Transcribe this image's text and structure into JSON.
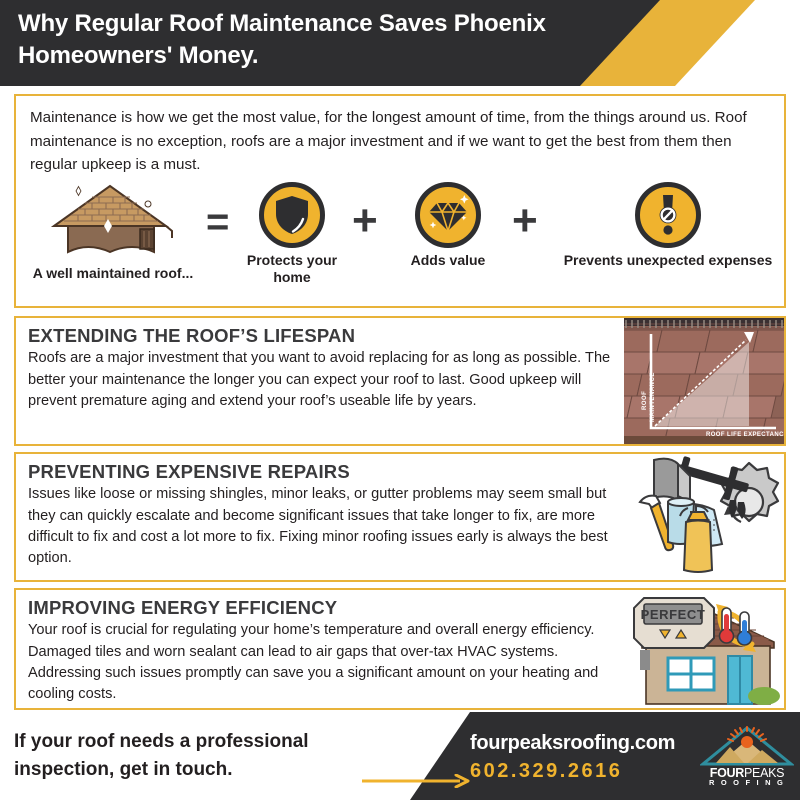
{
  "header": {
    "title": "Why Regular Roof Maintenance Saves Phoenix Homeowners' Money.",
    "bg_color": "#2e2e30",
    "accent_color": "#e8b33a"
  },
  "intro": {
    "paragraph": "Maintenance is how we get the most value, for the longest amount of time, from the things around us. Roof maintenance is no exception, roofs are a major investment and if we want to get the best from them then regular upkeep is a must.",
    "equation": {
      "subject": {
        "icon": "house-roof-icon",
        "caption": "A well maintained roof..."
      },
      "operators": [
        "=",
        "+",
        "+"
      ],
      "benefits": [
        {
          "icon": "shield-icon",
          "caption": "Protects your home"
        },
        {
          "icon": "diamond-gem-icon",
          "caption": "Adds value"
        },
        {
          "icon": "exclamation-prohibited-icon",
          "caption": "Prevents unexpected expenses"
        }
      ]
    }
  },
  "sections": [
    {
      "title": "EXTENDING THE ROOF’S LIFESPAN",
      "text": "Roofs are a major investment that you want to avoid replacing for as long as possible. The better your maintenance the longer you can expect your roof to last. Good upkeep will prevent premature aging and extend your roof’s useable life by years.",
      "art": "roof-lifespan-chart-illustration",
      "chart_axis_y": "ROOF MAINTENANCE",
      "chart_axis_x": "ROOF LIFE EXPECTANCY"
    },
    {
      "title": "PREVENTING EXPENSIVE REPAIRS",
      "text": "Issues like loose or missing shingles, minor leaks, or gutter problems may seem small but they can quickly escalate and become significant issues that take longer to fix, are more difficult to fix and cost a lot more to fix. Fixing minor roofing issues early is always the best option.",
      "art": "repair-tools-illustration"
    },
    {
      "title": "IMPROVING ENERGY EFFICIENCY",
      "text": "Your roof is crucial for regulating your home’s temperature and overall energy efficiency. Damaged tiles and worn sealant can lead to air gaps that over-tax HVAC systems. Addressing such issues promptly can save you a significant amount on your heating and cooling costs.",
      "art": "thermostat-house-illustration",
      "thermostat_display": "PERFECT"
    }
  ],
  "footer": {
    "cta": "If your roof needs a professional inspection, get in touch.",
    "website": "fourpeaksroofing.com",
    "phone": "602.329.2616",
    "logo": {
      "name_bold": "FOUR",
      "name_light": "PEAKS",
      "subtitle": "R O O F I N G"
    }
  }
}
